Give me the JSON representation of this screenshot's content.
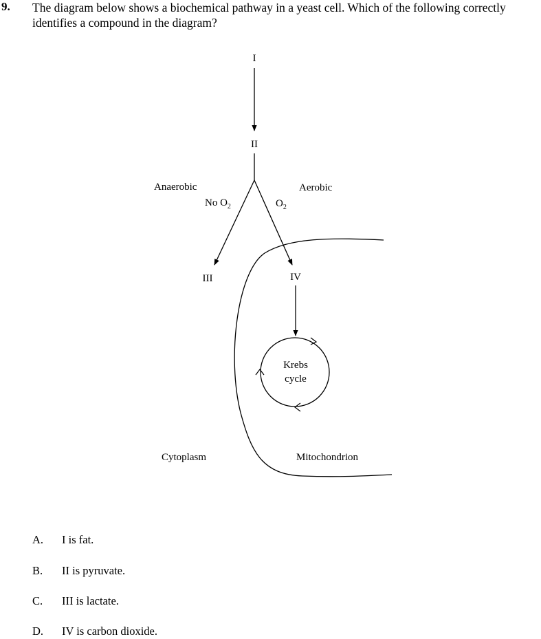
{
  "question": {
    "number": "9.",
    "stem_line1": "The diagram below shows a biochemical pathway in a yeast cell.  Which of the following correctly",
    "stem_line2": "identifies a compound in the diagram?"
  },
  "diagram": {
    "label_I": "I",
    "label_II": "II",
    "label_III": "III",
    "label_IV": "IV",
    "anaerobic": "Anaerobic",
    "aerobic": "Aerobic",
    "no_o2_prefix": "No O",
    "o2_prefix": "O",
    "o2_subscript": "2",
    "krebs_line1": "Krebs",
    "krebs_line2": "cycle",
    "cytoplasm": "Cytoplasm",
    "mitochondrion": "Mitochondrion"
  },
  "options": [
    {
      "letter": "A.",
      "text": "I is fat."
    },
    {
      "letter": "B.",
      "text": "II is pyruvate."
    },
    {
      "letter": "C.",
      "text": "III is lactate."
    },
    {
      "letter": "D.",
      "text": "IV is carbon dioxide."
    }
  ]
}
